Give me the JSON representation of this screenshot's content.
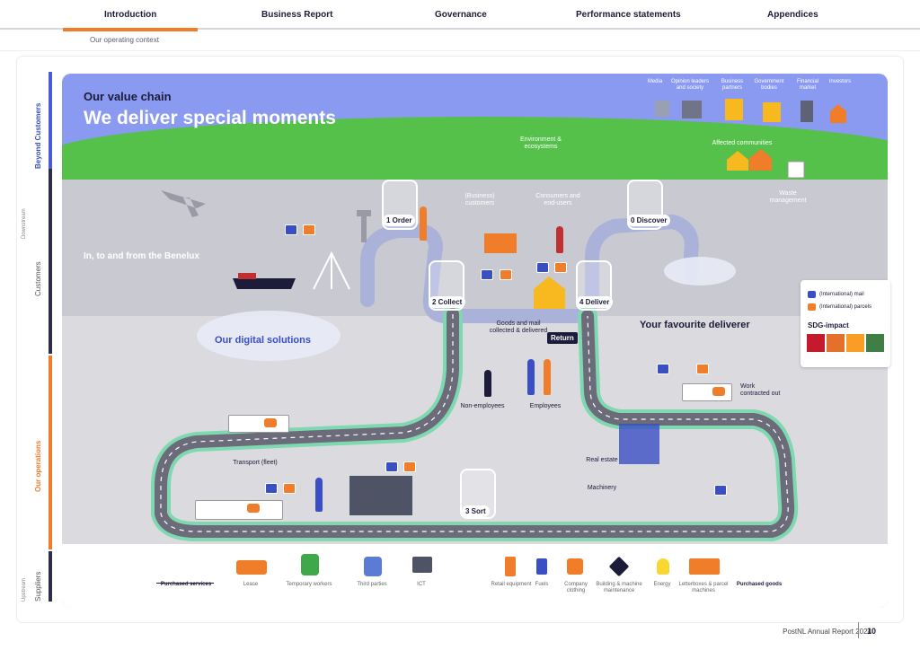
{
  "nav": {
    "tabs": [
      "Introduction",
      "Business Report",
      "Governance",
      "Performance statements",
      "Appendices"
    ],
    "sub": "Our operating context"
  },
  "sidebar": {
    "beyond": "Beyond Customers",
    "downstream": "Downstream",
    "customers": "Customers",
    "operations": "Our operations",
    "upstream": "Upstream",
    "suppliers": "Suppliers"
  },
  "map": {
    "title_small": "Our value chain",
    "title_big": "We deliver special moments",
    "stakeholders": [
      "Media",
      "Opinion leaders and society",
      "Business partners",
      "Government bodies",
      "Financial market",
      "Investors"
    ],
    "env": "Environment & ecosystems",
    "affected": "Affected communities",
    "waste": "Waste management",
    "benelux": "In, to and from the Benelux",
    "digital": "Our digital solutions",
    "business_customers": "(Business) customers",
    "consumers": "Consumers and end-users",
    "steps": {
      "order": "1 Order",
      "discover": "0 Discover",
      "collect": "2 Collect",
      "deliver": "4 Deliver",
      "sort": "3 Sort"
    },
    "goods": "Goods and mail collected & delivered",
    "return": "Return",
    "favourite": "Your favourite deliverer",
    "work": "Work contracted out",
    "non_employees": "Non-employees",
    "employees": "Employees",
    "real_estate": "Real estate",
    "transport": "Transport (fleet)",
    "machinery": "Machinery"
  },
  "legend": {
    "mail": "(International) mail",
    "parcels": "(International) parcels",
    "sdg": "SDG-impact"
  },
  "bottom": {
    "purchased_services": "Purchased services",
    "lease": "Lease",
    "temp": "Temporary workers",
    "third": "Third parties",
    "ict": "ICT",
    "retail": "Retail equipment",
    "fuels": "Fuels",
    "clothing": "Company clothing",
    "building": "Building & machine maintenance",
    "energy": "Energy",
    "letterboxes": "Letterboxes & parcel machines",
    "purchased_goods": "Purchased goods"
  },
  "footer": {
    "report": "PostNL Annual Report 2024",
    "page": "10"
  },
  "colors": {
    "orange": "#f07d2a",
    "navy": "#1c1c3a",
    "blue": "#3a4fc4",
    "sky": "#8a9af1",
    "grass": "#55c04a"
  }
}
